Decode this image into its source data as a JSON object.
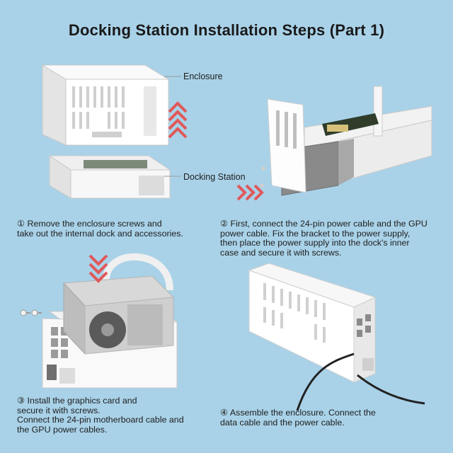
{
  "title": "Docking Station Installation Steps (Part 1)",
  "labels": {
    "enclosure": "Enclosure",
    "docking_station": "Docking Station"
  },
  "steps": [
    {
      "text": "① Remove the enclosure screws and\ntake out the internal dock and accessories."
    },
    {
      "text": "② First, connect the 24-pin power cable and the GPU\npower cable. Fix the bracket to the power supply,\nthen place the power supply into the dock's inner\ncase and secure it with screws."
    },
    {
      "text": "③ Install the graphics card and\nsecure it with screws.\nConnect the 24-pin motherboard cable and\nthe GPU power cables."
    },
    {
      "text": "④ Assemble the enclosure. Connect the\ndata cable and the power cable."
    }
  ],
  "colors": {
    "background": "#a9d2e8",
    "arrow": "#e0585a",
    "metal": "#f4f4f4"
  },
  "icons": [
    "up-arrow-icon",
    "right-arrow-icon",
    "down-arrow-icon",
    "screw-icon"
  ]
}
